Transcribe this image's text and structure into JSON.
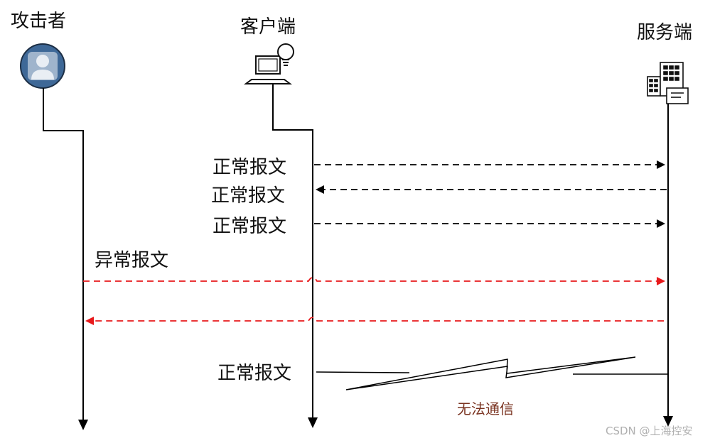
{
  "actors": {
    "attacker": "攻击者",
    "client": "客户端",
    "server": "服务端"
  },
  "messages": {
    "m1": "正常报文",
    "m2": "正常报文",
    "m3": "正常报文",
    "m4": "异常报文",
    "m6": "正常报文"
  },
  "break_caption": "无法通信",
  "watermark": "CSDN @上海控安",
  "colors": {
    "normal": "#000000",
    "abnormal": "#e8191b",
    "avatar_fill": "#4a6f9a",
    "caption": "#7a3320"
  }
}
